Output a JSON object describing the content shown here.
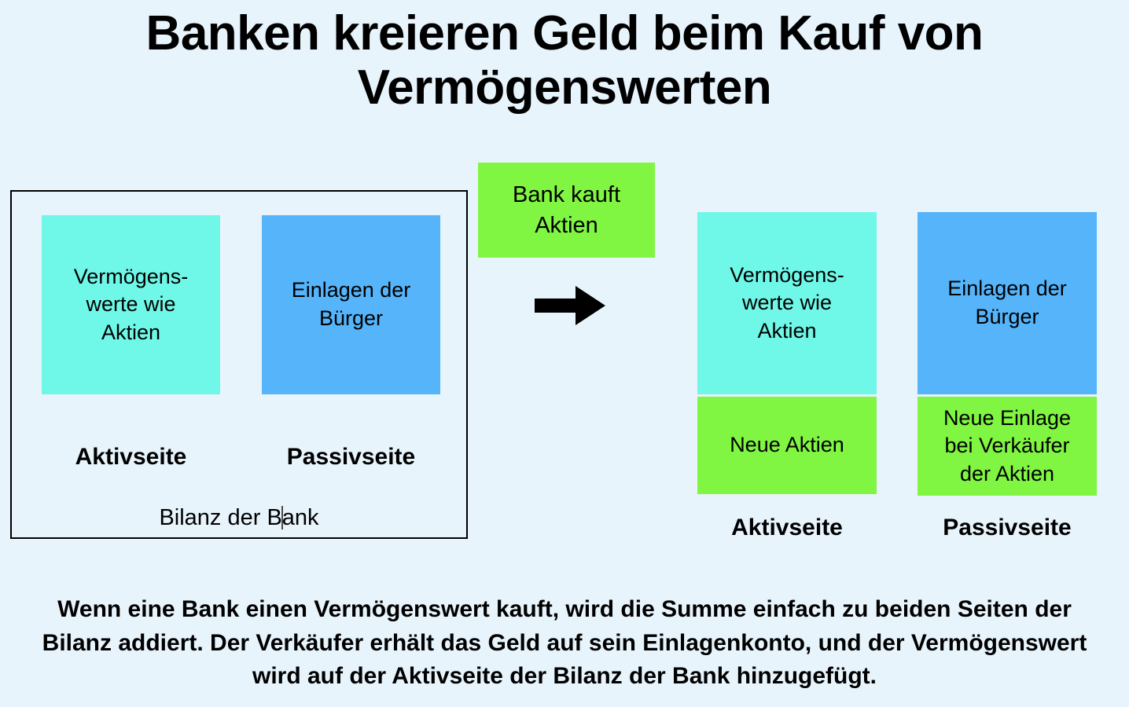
{
  "page": {
    "title": "Banken kreieren Geld beim Kauf von Vermögenswerten",
    "background_color": "#e8f4fc"
  },
  "colors": {
    "assets_block": "#6ff8e8",
    "liabilities_block": "#55b4fa",
    "new_money_block": "#80f542",
    "text": "#000000",
    "frame_border": "#000000"
  },
  "before": {
    "frame_caption_prefix": "Bilanz der B",
    "frame_caption_suffix": "ank",
    "assets_block_label": "Vermögens-\nwerte wie\nAktien",
    "liabilities_block_label": "Einlagen der\nBürger",
    "assets_side_label": "Aktivseite",
    "liabilities_side_label": "Passivseite"
  },
  "action": {
    "box_label": "Bank kauft\nAktien",
    "arrow_icon": "arrow-right-icon"
  },
  "after": {
    "assets_block_label": "Vermögens-\nwerte wie\nAktien",
    "assets_new_block_label": "Neue Aktien",
    "liabilities_block_label": "Einlagen der\nBürger",
    "liabilities_new_block_label": "Neue Einlage\nbei Verkäufer\nder Aktien",
    "assets_side_label": "Aktivseite",
    "liabilities_side_label": "Passivseite"
  },
  "explainer": {
    "text": "Wenn eine Bank einen Vermögenswert kauft, wird die Summe einfach zu beiden Seiten der Bilanz addiert. Der Verkäufer erhält das Geld auf sein Einlagenkonto, und der Vermögenswert wird auf der Aktivseite der Bilanz der Bank hinzugefügt."
  }
}
